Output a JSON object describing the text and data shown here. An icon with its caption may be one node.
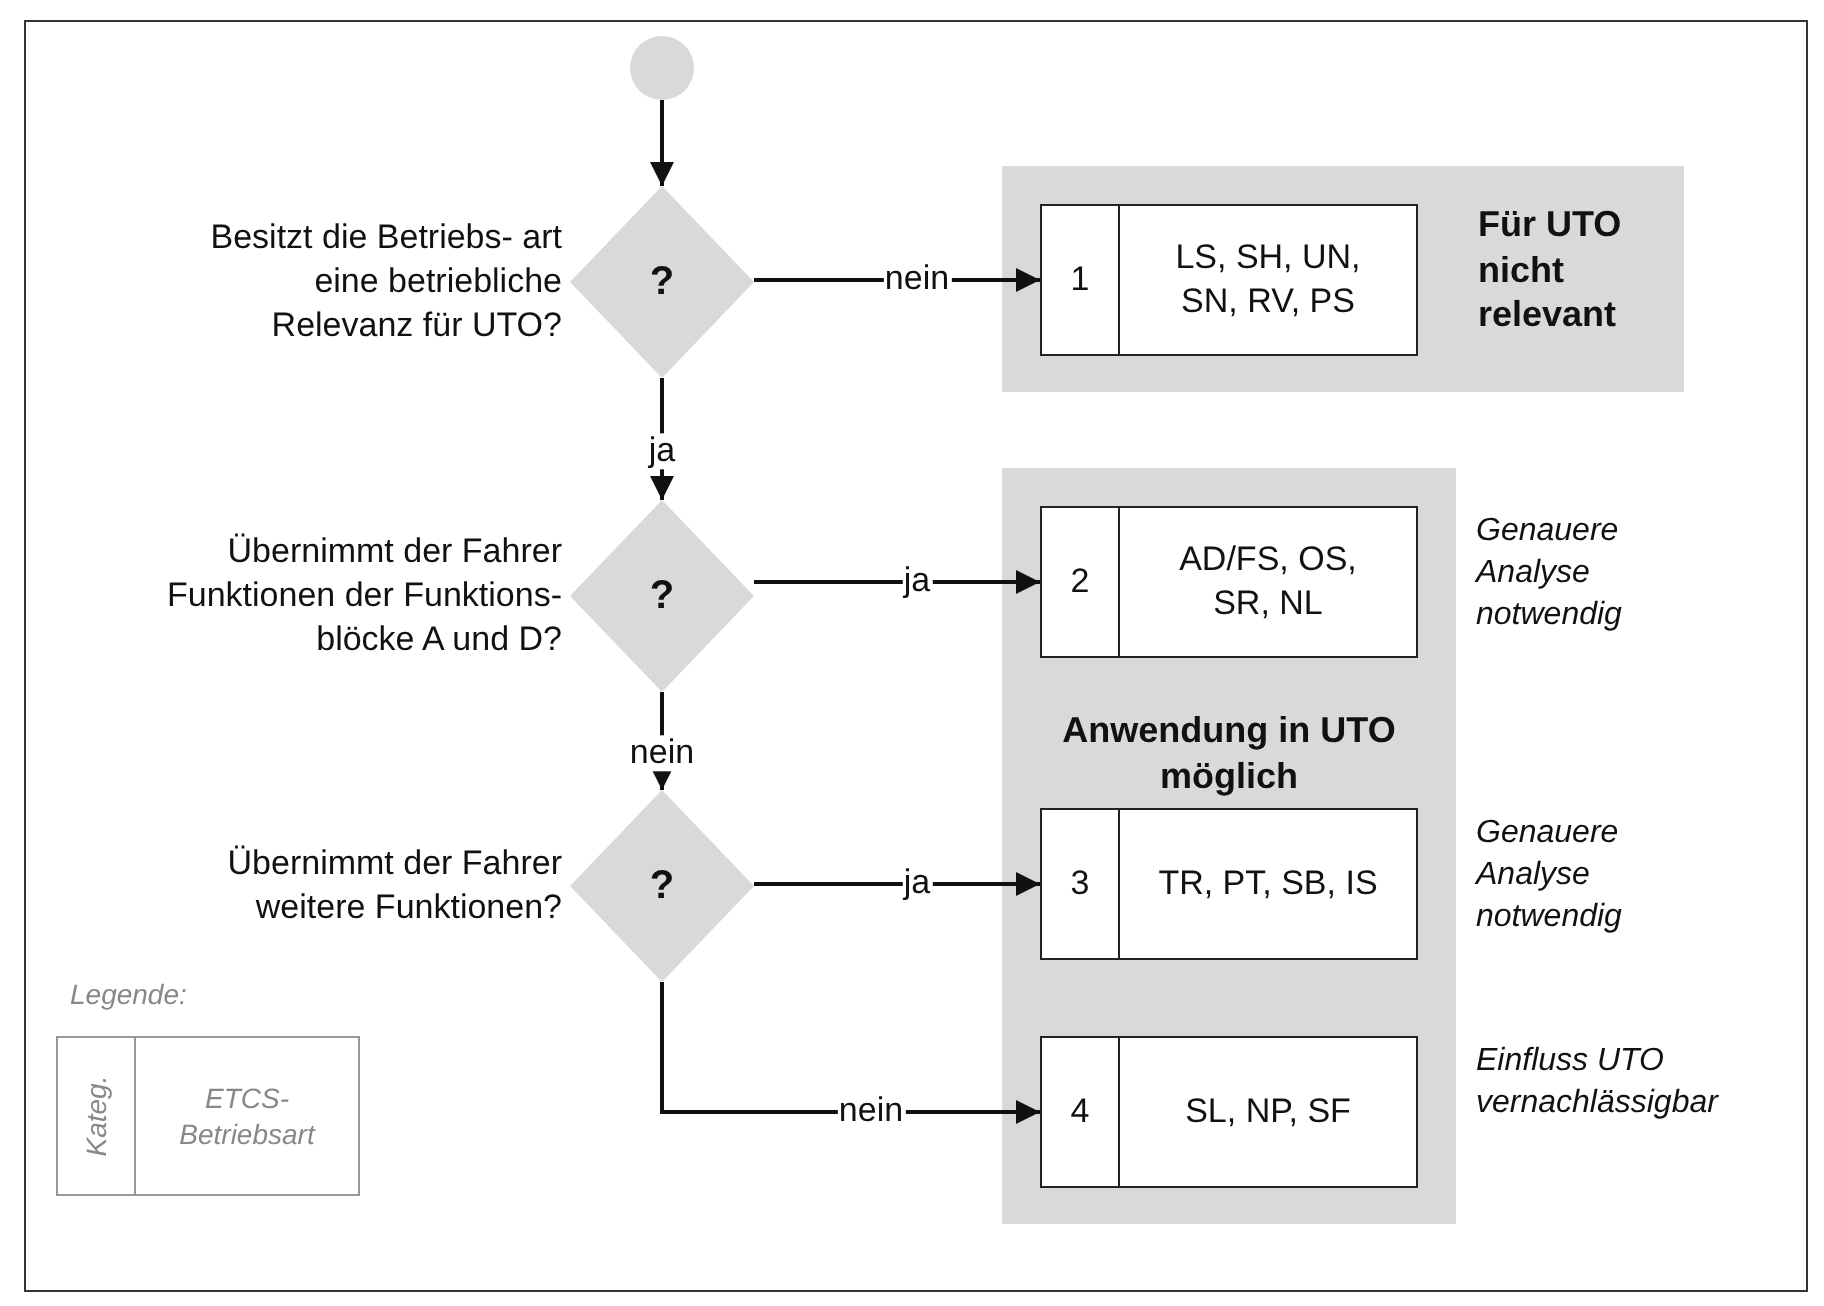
{
  "diagram": {
    "nodes": [
      {
        "text": [],
        "shape": "circle"
      },
      {
        "text": [
          "?"
        ],
        "beside": [
          "Besitzt die Betriebs- art eine betriebliche Relevanz für UTO?"
        ]
      },
      {
        "text": [
          "Für UTO nicht relevant"
        ]
      },
      {
        "text": [
          "1",
          "LS, SH, UN, SN, RV, PS"
        ],
        "in": 2
      },
      {
        "text": [
          "?"
        ],
        "beside": [
          "Übernimmt der Fahrer Funktionen der Funktions- blöcke A und D?"
        ]
      },
      {
        "text": [
          "Anwendung in UTO möglich"
        ]
      },
      {
        "text": [
          "2",
          "AD/FS, OS, SR, NL"
        ],
        "in": 5,
        "beside": [
          "Genauere Analyse notwendig"
        ]
      },
      {
        "text": [
          "?"
        ],
        "beside": [
          "Übernimmt der Fahrer weitere Funktionen?"
        ]
      },
      {
        "text": [
          "3",
          "TR, PT, SB, IS"
        ],
        "in": 5,
        "beside": [
          "Genauere Analyse notwendig"
        ]
      },
      {
        "text": [
          "4",
          "SL, NP, SF"
        ],
        "in": 5,
        "beside": [
          "Einfluss UTO vernachlässigbar"
        ]
      },
      {
        "text": [
          "Legende:",
          "Kateg.",
          "ETCS- Betriebsart"
        ]
      }
    ],
    "edges": [
      {
        "from": 0,
        "to": 1,
        "arrow": "to"
      },
      {
        "from": 1,
        "to": 3,
        "arrow": "to",
        "label": "nein"
      },
      {
        "from": 1,
        "to": 4,
        "arrow": "to",
        "label": "ja"
      },
      {
        "from": 4,
        "to": 6,
        "arrow": "to",
        "label": "ja"
      },
      {
        "from": 4,
        "to": 7,
        "arrow": "to",
        "label": "nein"
      },
      {
        "from": 7,
        "to": 8,
        "arrow": "to",
        "label": "ja"
      },
      {
        "from": 7,
        "to": 9,
        "arrow": "to",
        "label": "nein"
      }
    ]
  }
}
